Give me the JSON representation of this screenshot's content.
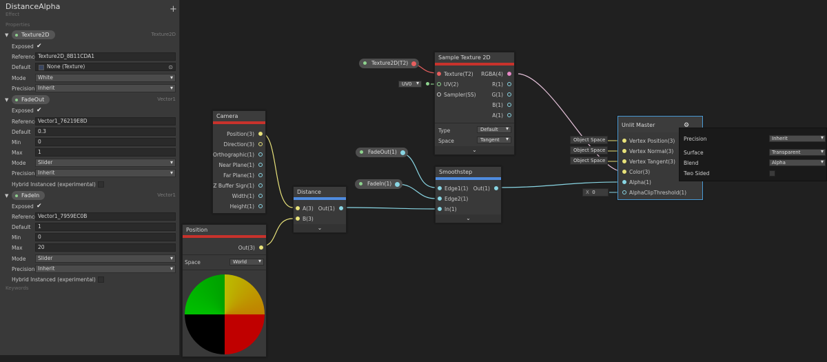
{
  "blackboard": {
    "title": "DistanceAlpha",
    "subtitle": "Effect",
    "add_label": "+",
    "properties_label": "Properties",
    "keywords_label": "Keywords",
    "props": [
      {
        "name": "Texture2D",
        "type": "Texture2D",
        "exposed_label": "Exposed",
        "exposed_check": "✔",
        "reference_label": "Reference",
        "reference": "Texture2D_8B11CDA1",
        "default_label": "Default",
        "default": "None (Texture)",
        "mode_label": "Mode",
        "mode": "White",
        "precision_label": "Precision",
        "precision": "Inherit"
      },
      {
        "name": "FadeOut",
        "type": "Vector1",
        "exposed_label": "Exposed",
        "exposed_check": "✔",
        "reference_label": "Reference",
        "reference": "Vector1_76219E8D",
        "default_label": "Default",
        "default": "0.3",
        "min_label": "Min",
        "min": "0",
        "max_label": "Max",
        "max": "1",
        "mode_label": "Mode",
        "mode": "Slider",
        "precision_label": "Precision",
        "precision": "Inherit",
        "hybrid_label": "Hybrid Instanced (experimental)"
      },
      {
        "name": "FadeIn",
        "type": "Vector1",
        "exposed_label": "Exposed",
        "exposed_check": "✔",
        "reference_label": "Reference",
        "reference": "Vector1_7959EC0B",
        "default_label": "Default",
        "default": "1",
        "min_label": "Min",
        "min": "0",
        "max_label": "Max",
        "max": "20",
        "mode_label": "Mode",
        "mode": "Slider",
        "precision_label": "Precision",
        "precision": "Inherit",
        "hybrid_label": "Hybrid Instanced (experimental)"
      }
    ]
  },
  "nodes": {
    "camera": {
      "title": "Camera",
      "outputs": [
        "Position(3)",
        "Direction(3)",
        "Orthographic(1)",
        "Near Plane(1)",
        "Far Plane(1)",
        "Z Buffer Sign(1)",
        "Width(1)",
        "Height(1)"
      ]
    },
    "position": {
      "title": "Position",
      "output": "Out(3)",
      "space_label": "Space",
      "space": "World"
    },
    "distance": {
      "title": "Distance",
      "inputs": [
        "A(3)",
        "B(3)"
      ],
      "output": "Out(1)"
    },
    "texture_prop": {
      "label": "Texture2D(T2)"
    },
    "uv_dropdown": {
      "value": "UV0"
    },
    "sample": {
      "title": "Sample Texture 2D",
      "inputs": [
        "Texture(T2)",
        "UV(2)",
        "Sampler(SS)"
      ],
      "outputs": [
        "RGBA(4)",
        "R(1)",
        "G(1)",
        "B(1)",
        "A(1)"
      ],
      "type_label": "Type",
      "type": "Default",
      "space_label": "Space",
      "space": "Tangent"
    },
    "fadeout_prop": {
      "label": "FadeOut(1)"
    },
    "fadein_prop": {
      "label": "FadeIn(1)"
    },
    "smoothstep": {
      "title": "Smoothstep",
      "inputs": [
        "Edge1(1)",
        "Edge2(1)",
        "In(1)"
      ],
      "output": "Out(1)"
    },
    "object_space": [
      "Object Space",
      "Object Space",
      "Object Space"
    ],
    "x_input": {
      "label": "X",
      "value": "0"
    },
    "master": {
      "title": "Unlit Master",
      "inputs": [
        "Vertex Position(3)",
        "Vertex Normal(3)",
        "Vertex Tangent(3)",
        "Color(3)",
        "Alpha(1)",
        "AlphaClipThreshold(1)"
      ],
      "gear_icon": "gear-icon"
    },
    "master_settings": {
      "precision_label": "Precision",
      "precision": "Inherit",
      "surface_label": "Surface",
      "surface": "Transparent",
      "blend_label": "Blend",
      "blend": "Alpha",
      "two_sided_label": "Two Sided"
    }
  },
  "colors": {
    "vec3": "#e8e27a",
    "vec1": "#89d6e4",
    "vec4": "#e889c8",
    "texture": "#e65e5e",
    "header_red": "#c8322c",
    "header_blue": "#4f8ce0"
  }
}
